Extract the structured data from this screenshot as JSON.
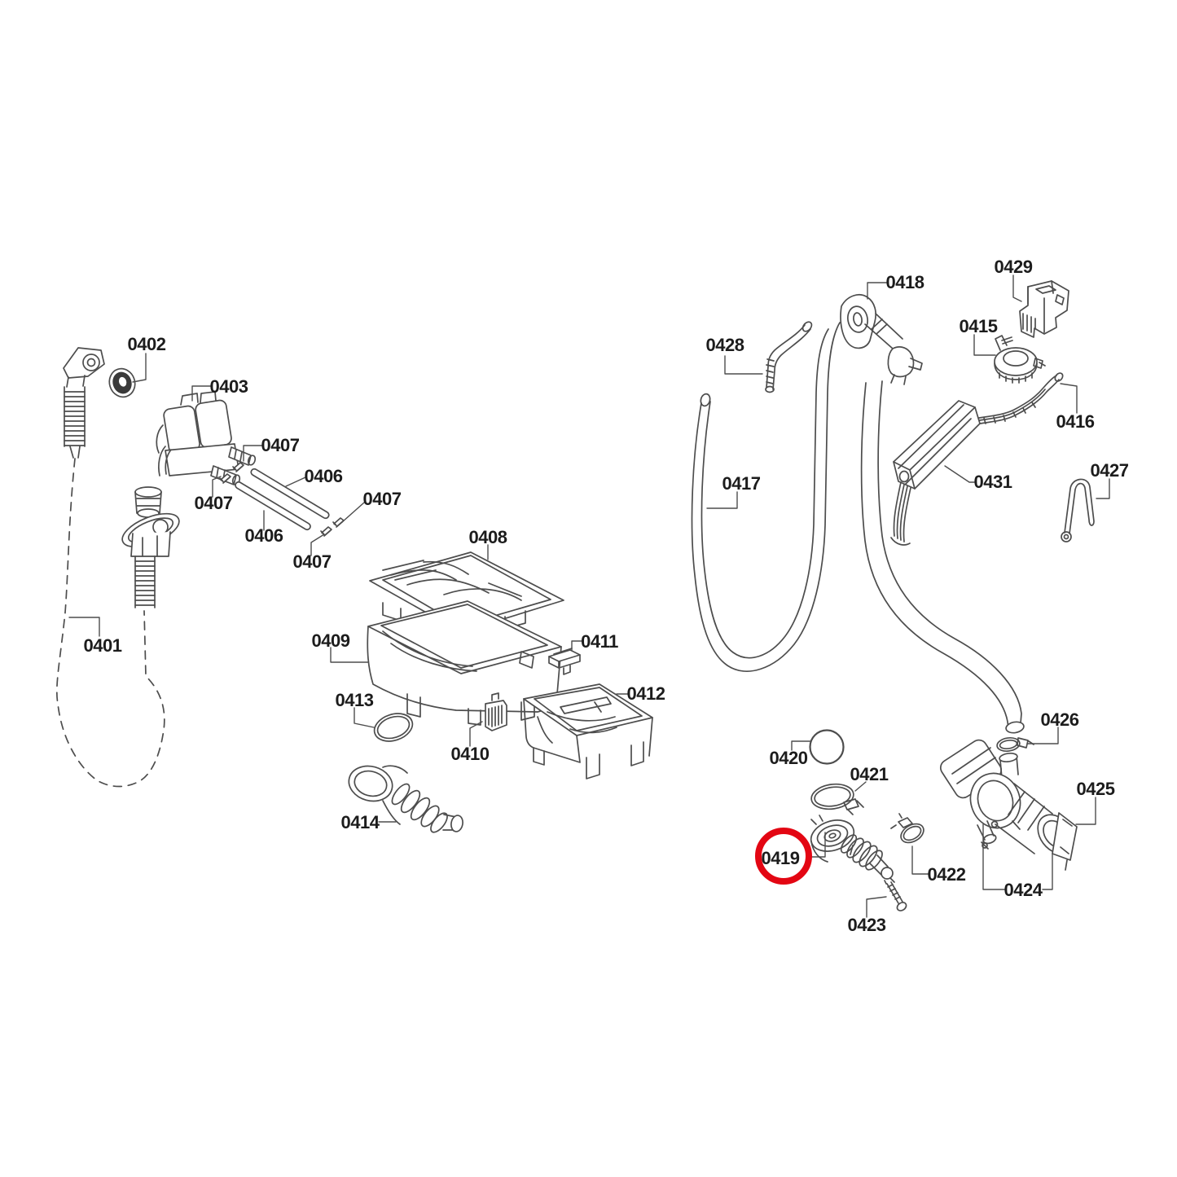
{
  "diagram": {
    "background": "#ffffff",
    "line_color": "#4d4d4d",
    "label_color": "#1c1c1c",
    "highlight": {
      "label": "0419",
      "color": "#e30613"
    },
    "labels": {
      "l0401": "0401",
      "l0402": "0402",
      "l0403": "0403",
      "l0406a": "0406",
      "l0406b": "0406",
      "l0407a": "0407",
      "l0407b": "0407",
      "l0407c": "0407",
      "l0407d": "0407",
      "l0408": "0408",
      "l0409": "0409",
      "l0410": "0410",
      "l0411": "0411",
      "l0412": "0412",
      "l0413": "0413",
      "l0414": "0414",
      "l0415": "0415",
      "l0416": "0416",
      "l0417": "0417",
      "l0418": "0418",
      "l0419": "0419",
      "l0420": "0420",
      "l0421": "0421",
      "l0422": "0422",
      "l0423": "0423",
      "l0424": "0424",
      "l0425": "0425",
      "l0426": "0426",
      "l0427": "0427",
      "l0428": "0428",
      "l0429": "0429",
      "l0431": "0431"
    }
  }
}
